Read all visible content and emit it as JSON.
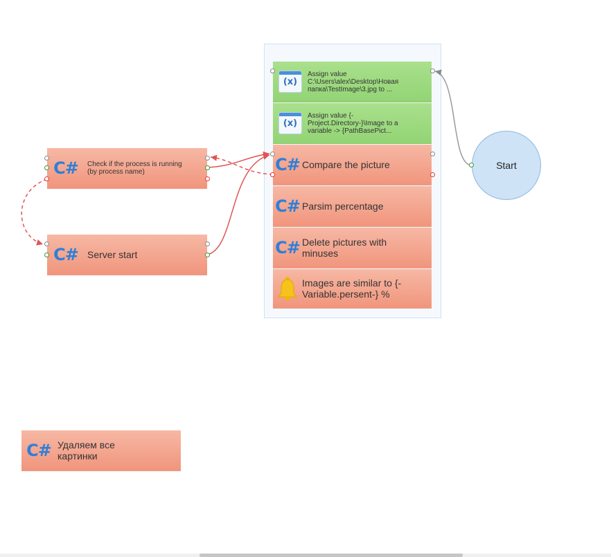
{
  "canvas": {
    "nodes": {
      "check_process": {
        "icon": "csharp-icon",
        "logo": "C#",
        "label": "Check if the process is running (by process name)"
      },
      "server_start": {
        "icon": "csharp-icon",
        "logo": "C#",
        "label": "Server start"
      },
      "delete_all": {
        "icon": "csharp-icon",
        "logo": "C#",
        "label": "Удаляем все картинки"
      },
      "start": {
        "label": "Start"
      }
    },
    "group": {
      "blocks": [
        {
          "type": "assign",
          "icon": "variable-icon",
          "icon_text": "(x)",
          "label": "Assign value C:\\Users\\alex\\Desktop\\Новая папка\\TestImage\\3.jpg to ..."
        },
        {
          "type": "assign",
          "icon": "variable-icon",
          "icon_text": "(x)",
          "label": "Assign value {-Project.Directory-}\\Image to a variable -> {PathBasePict..."
        },
        {
          "type": "csharp",
          "icon": "csharp-icon",
          "logo": "C#",
          "label": "Compare the picture"
        },
        {
          "type": "csharp",
          "icon": "csharp-icon",
          "logo": "C#",
          "label": "Parsim percentage"
        },
        {
          "type": "csharp",
          "icon": "csharp-icon",
          "logo": "C#",
          "label": "Delete pictures with minuses"
        },
        {
          "type": "notification",
          "icon": "bell-icon",
          "label": "Images are similar to {-Variable.persent-} %"
        }
      ]
    }
  },
  "colors": {
    "csharp_block": "#f1957d",
    "assign_block": "#93d475",
    "csharp_logo": "#2e7fd8",
    "start_node": "#cfe3f6",
    "error_wire": "#e05555",
    "success_wire": "#e05555",
    "start_wire": "#9a9a9a"
  }
}
